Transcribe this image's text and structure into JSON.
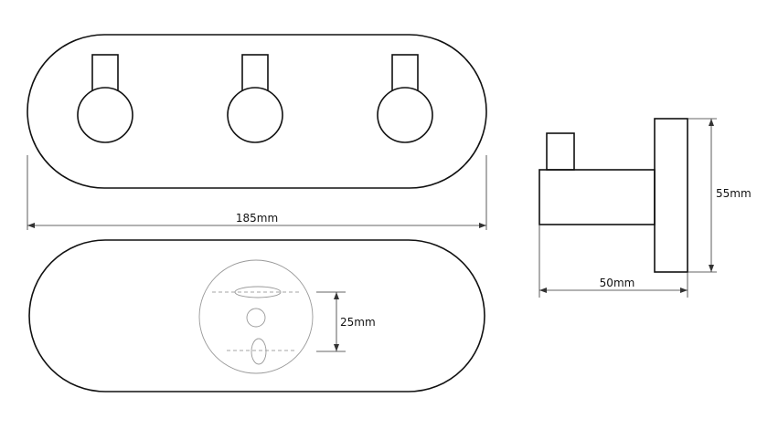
{
  "dimensions": {
    "length": "185mm",
    "height": "55mm",
    "depth": "50mm",
    "hole_spacing": "25mm"
  },
  "hooks": [
    {
      "id": "left"
    },
    {
      "id": "center"
    },
    {
      "id": "right"
    }
  ]
}
